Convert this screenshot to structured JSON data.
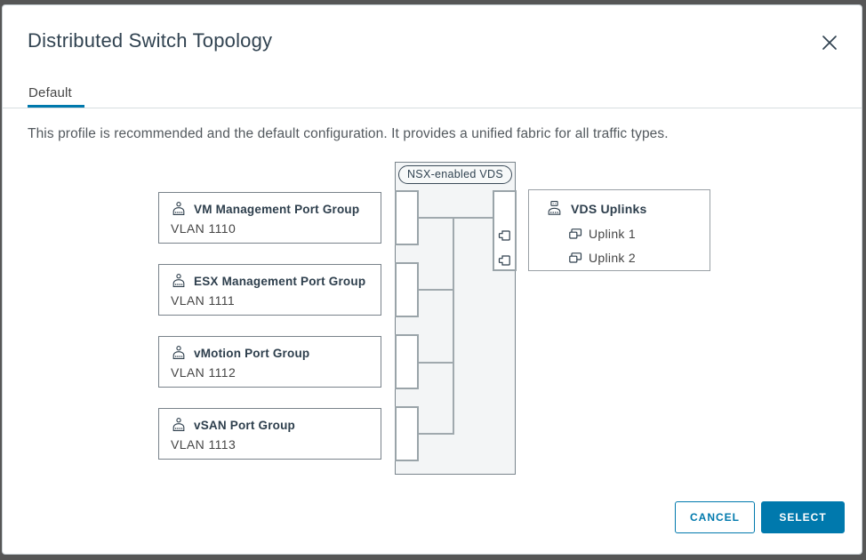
{
  "dialog": {
    "title": "Distributed Switch Topology",
    "tabs": [
      {
        "label": "Default",
        "active": true
      }
    ],
    "description": "This profile is recommended and the default configuration. It provides a unified fabric for all traffic types.",
    "topology": {
      "vds_label": "NSX-enabled VDS",
      "port_groups": [
        {
          "name": "VM Management Port Group",
          "vlan": "VLAN 1110"
        },
        {
          "name": "ESX Management Port Group",
          "vlan": "VLAN 1111"
        },
        {
          "name": "vMotion Port Group",
          "vlan": "VLAN 1112"
        },
        {
          "name": "vSAN Port Group",
          "vlan": "VLAN 1113"
        }
      ],
      "uplinks_panel": {
        "title": "VDS Uplinks",
        "uplinks": [
          "Uplink 1",
          "Uplink 2"
        ]
      }
    },
    "footer": {
      "cancel_label": "CANCEL",
      "select_label": "SELECT"
    },
    "colors": {
      "accent": "#0079ad",
      "title_text": "#314351",
      "body_text": "#454545",
      "diagram_fill": "#f3f5f6",
      "diagram_line": "#a0a9ae"
    }
  }
}
